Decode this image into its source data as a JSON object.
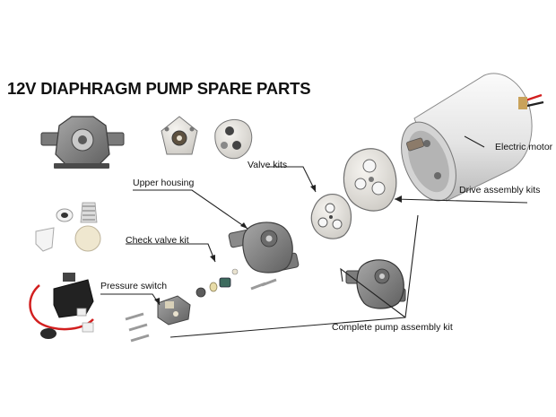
{
  "title": "12V DIAPHRAGM PUMP SPARE PARTS",
  "labels": {
    "electric_motor": "Electric motor",
    "valve_kits": "Valve kits",
    "drive_assembly_kits": "Drive assembly kits",
    "upper_housing": "Upper housing",
    "check_valve_kit": "Check valve kit",
    "pressure_switch": "Pressure switch",
    "complete_pump_assembly_kit": "Complete pump assembly kit"
  },
  "colors": {
    "motor_body": "#e9e9e9",
    "motor_cap": "#a9a9a9",
    "housing": "#8f8f8f",
    "housing_dark": "#5e5e5e",
    "plate": "#e4e2de",
    "switch_black": "#222222",
    "wire_red": "#d21f1f",
    "valve_white": "#f2f2f2",
    "valve_cream": "#efe7cf",
    "line": "#222222"
  }
}
